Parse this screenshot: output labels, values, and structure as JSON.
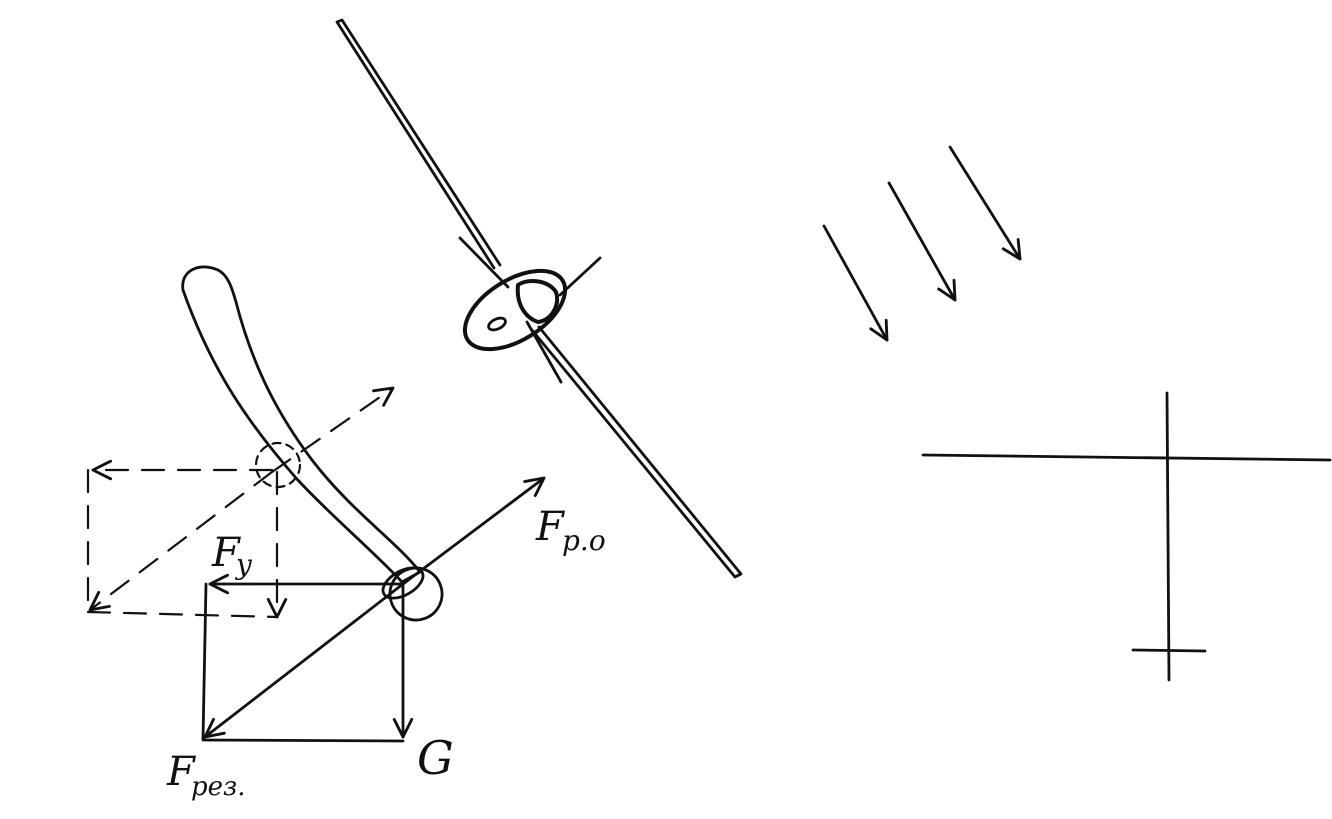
{
  "labels": {
    "f_ro": {
      "main": "F",
      "sub": "р.о"
    },
    "f_y": {
      "main": "F",
      "sub": "у"
    },
    "f_res": {
      "main": "F",
      "sub": "рез."
    },
    "g": "G"
  },
  "colors": {
    "ink": "#111111",
    "paper": "#ffffff"
  }
}
